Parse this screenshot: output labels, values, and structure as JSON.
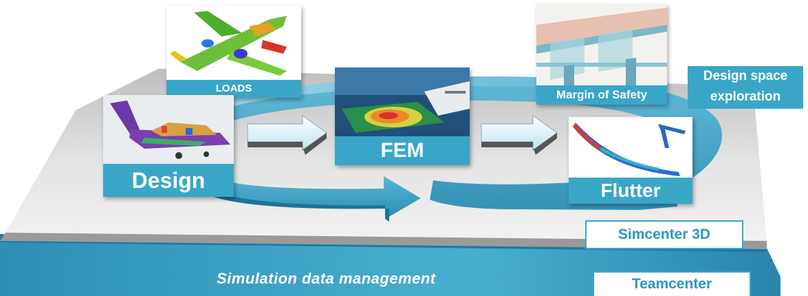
{
  "loads": {
    "label": "LOADS"
  },
  "design": {
    "label": "Design"
  },
  "fem": {
    "label": "FEM"
  },
  "margin": {
    "label": "Margin of Safety"
  },
  "flutter": {
    "label": "Flutter"
  },
  "design_space": {
    "line1": "Design space",
    "line2": "exploration"
  },
  "simcenter": {
    "label": "Simcenter 3D"
  },
  "sdm": {
    "label": "Simulation data management"
  },
  "teamcenter": {
    "label": "Teamcenter"
  },
  "colors": {
    "accent": "#3aa6c7",
    "platform": "#d8d8d8",
    "banner": "#2a8fb8"
  }
}
